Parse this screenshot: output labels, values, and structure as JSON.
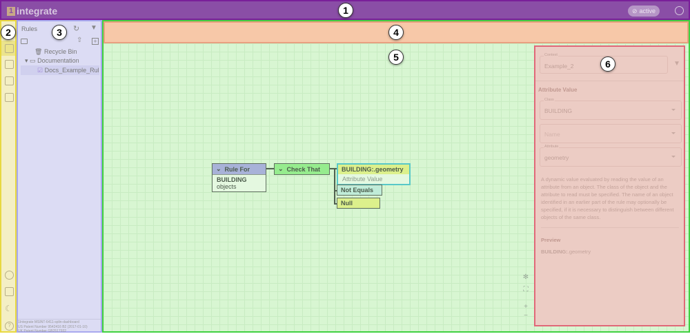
{
  "app": {
    "logo_mark": "1",
    "logo_text": "integrate",
    "status": "active"
  },
  "badges": [
    "1",
    "2",
    "3",
    "4",
    "5",
    "6"
  ],
  "rules": {
    "title": "Rules",
    "tree": [
      {
        "label": "Recycle Bin"
      },
      {
        "label": "Documentation"
      },
      {
        "label": "Docs_Example_Rul"
      }
    ],
    "footer": [
      "1Integrate MSINT-6411-splin-dashboard",
      "US Patent Number 9542416 B2 (2017-01-10)",
      "UK Patent Number GB2517932"
    ]
  },
  "diagram": {
    "rule_for": {
      "title": "Rule For",
      "sub_bold": "BUILDING",
      "sub": "objects"
    },
    "check_that": "Check That",
    "attr": {
      "title": "BUILDING:.geometry",
      "sub": "Attribute Value"
    },
    "not_equals": "Not Equals",
    "null": "Null"
  },
  "panel": {
    "context_label": "Context",
    "context_value": "Example_2",
    "section": "Attribute Value",
    "class_label": "Class",
    "class_value": "BUILDING",
    "name_placeholder": "Name",
    "attribute_label": "Attribute",
    "attribute_value": "geometry",
    "description": "A dynamic value evaluated by reading the value of an attribute from an object. The class of the object and the attribute to read must be specified. The name of an object identified in an earlier part of the rule may optionally be specified, if it is necessary to distinguish between different objects of the same class.",
    "preview_title": "Preview",
    "preview_bold": "BUILDING:",
    "preview_rest": ".geometry"
  },
  "zoom": {
    "in": "+",
    "out": "−"
  }
}
